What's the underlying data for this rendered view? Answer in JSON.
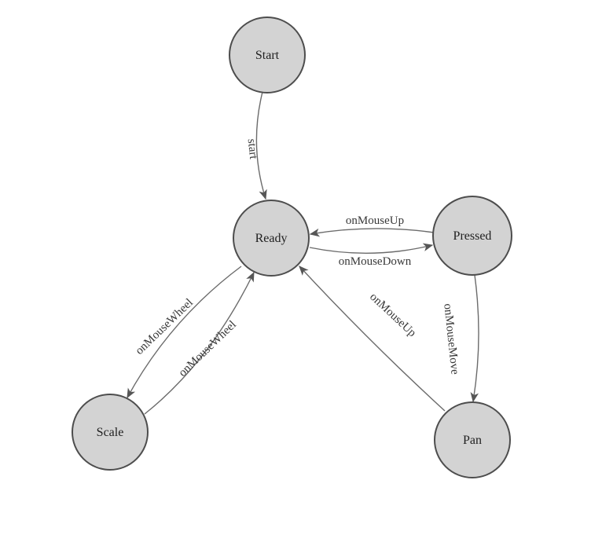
{
  "diagram": {
    "type": "state-machine",
    "nodes": [
      {
        "id": "start",
        "label": "Start"
      },
      {
        "id": "ready",
        "label": "Ready"
      },
      {
        "id": "pressed",
        "label": "Pressed"
      },
      {
        "id": "scale",
        "label": "Scale"
      },
      {
        "id": "pan",
        "label": "Pan"
      }
    ],
    "edges": [
      {
        "from": "start",
        "to": "ready",
        "label": "start"
      },
      {
        "from": "pressed",
        "to": "ready",
        "label": "onMouseUp"
      },
      {
        "from": "ready",
        "to": "pressed",
        "label": "onMouseDown"
      },
      {
        "from": "ready",
        "to": "scale",
        "label": "onMouseWheel"
      },
      {
        "from": "scale",
        "to": "ready",
        "label": "onMouseWheel"
      },
      {
        "from": "pan",
        "to": "ready",
        "label": "onMouseUp"
      },
      {
        "from": "pressed",
        "to": "pan",
        "label": "onMouseMove"
      }
    ],
    "colors": {
      "background": "#ffffff",
      "node_fill": "#d3d3d3",
      "node_stroke": "#4d4d4d",
      "edge_stroke": "#6b6b6b",
      "label_color": "#383838"
    }
  }
}
